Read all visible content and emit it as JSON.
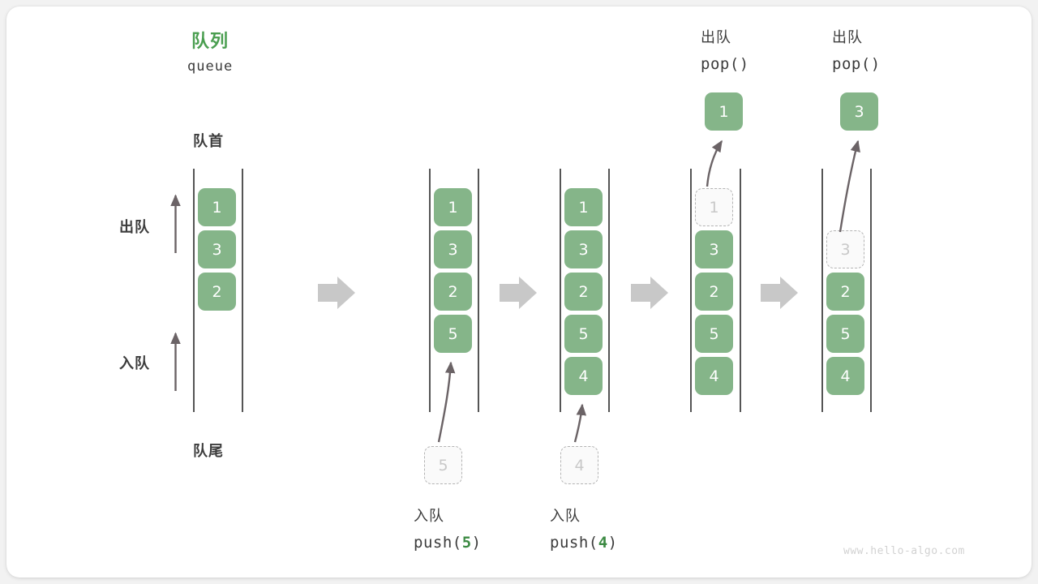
{
  "diagram": {
    "title_cn": "队列",
    "title_en": "queue",
    "front_label": "队首",
    "rear_label": "队尾",
    "dequeue_label": "出队",
    "enqueue_label": "入队",
    "watermark": "www.hello-algo.com",
    "accent_green": "#4a9e50",
    "cell_green": "#85b589",
    "ghost_gray": "#c8c8c8",
    "arrow_gray": "#c8c8c8"
  },
  "columns": [
    {
      "id": "state-initial",
      "cells": [
        {
          "value": "1",
          "ghost": false
        },
        {
          "value": "3",
          "ghost": false
        },
        {
          "value": "2",
          "ghost": false
        }
      ],
      "top_title_cn": "",
      "top_title_code": "",
      "result": null,
      "incoming": null,
      "caption_cn": "",
      "caption_code_prefix": "",
      "caption_code_num": "",
      "caption_code_suffix": ""
    },
    {
      "id": "state-after-push-5",
      "cells": [
        {
          "value": "1",
          "ghost": false
        },
        {
          "value": "3",
          "ghost": false
        },
        {
          "value": "2",
          "ghost": false
        },
        {
          "value": "5",
          "ghost": false
        }
      ],
      "top_title_cn": "",
      "top_title_code": "",
      "result": null,
      "incoming": {
        "value": "5"
      },
      "caption_cn": "入队",
      "caption_code_prefix": "push(",
      "caption_code_num": "5",
      "caption_code_suffix": ")"
    },
    {
      "id": "state-after-push-4",
      "cells": [
        {
          "value": "1",
          "ghost": false
        },
        {
          "value": "3",
          "ghost": false
        },
        {
          "value": "2",
          "ghost": false
        },
        {
          "value": "5",
          "ghost": false
        },
        {
          "value": "4",
          "ghost": false
        }
      ],
      "top_title_cn": "",
      "top_title_code": "",
      "result": null,
      "incoming": {
        "value": "4"
      },
      "caption_cn": "入队",
      "caption_code_prefix": "push(",
      "caption_code_num": "4",
      "caption_code_suffix": ")"
    },
    {
      "id": "state-after-pop-1",
      "cells": [
        {
          "value": "1",
          "ghost": true
        },
        {
          "value": "3",
          "ghost": false
        },
        {
          "value": "2",
          "ghost": false
        },
        {
          "value": "5",
          "ghost": false
        },
        {
          "value": "4",
          "ghost": false
        }
      ],
      "top_title_cn": "出队",
      "top_title_code": "pop()",
      "result": {
        "value": "1"
      },
      "incoming": null,
      "caption_cn": "",
      "caption_code_prefix": "",
      "caption_code_num": "",
      "caption_code_suffix": ""
    },
    {
      "id": "state-after-pop-3",
      "cells": [
        {
          "value": "",
          "ghost": false,
          "hidden": true
        },
        {
          "value": "3",
          "ghost": true
        },
        {
          "value": "2",
          "ghost": false
        },
        {
          "value": "5",
          "ghost": false
        },
        {
          "value": "4",
          "ghost": false
        }
      ],
      "top_title_cn": "出队",
      "top_title_code": "pop()",
      "result": {
        "value": "3"
      },
      "incoming": null,
      "caption_cn": "",
      "caption_code_prefix": "",
      "caption_code_num": "",
      "caption_code_suffix": ""
    }
  ]
}
